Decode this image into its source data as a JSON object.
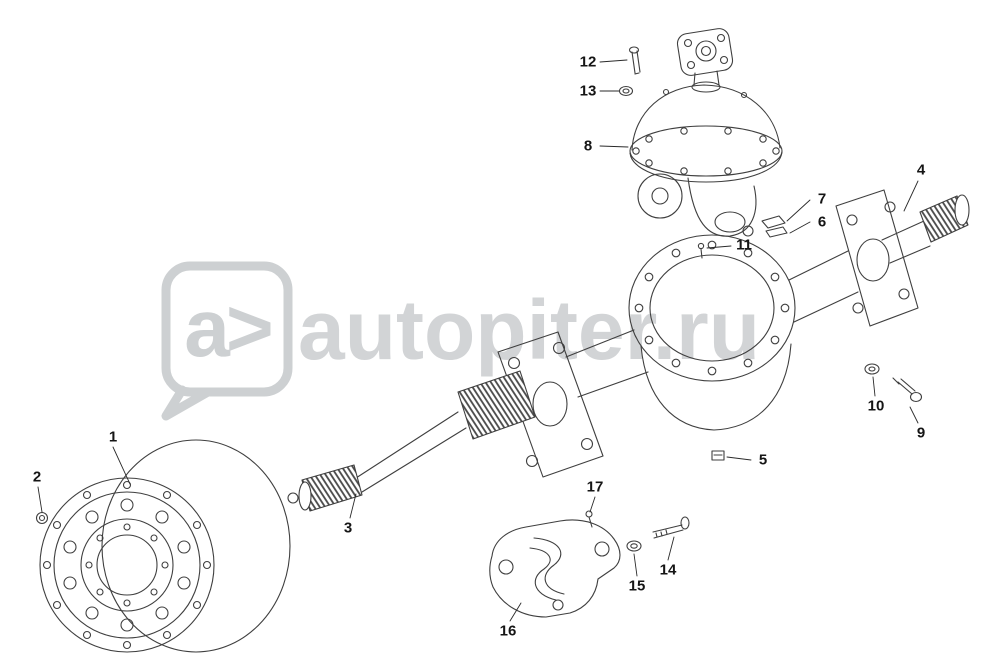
{
  "watermark": {
    "logo_text": "a>",
    "site_text": "autopiter.ru",
    "color": "#d2d4d6"
  },
  "diagram": {
    "line_color": "#3f3f3f",
    "background": "#ffffff",
    "callouts": [
      {
        "label": "1"
      },
      {
        "label": "2"
      },
      {
        "label": "3"
      },
      {
        "label": "4"
      },
      {
        "label": "5"
      },
      {
        "label": "6"
      },
      {
        "label": "7"
      },
      {
        "label": "8"
      },
      {
        "label": "9"
      },
      {
        "label": "10"
      },
      {
        "label": "11"
      },
      {
        "label": "12"
      },
      {
        "label": "13"
      },
      {
        "label": "14"
      },
      {
        "label": "15"
      },
      {
        "label": "16"
      },
      {
        "label": "17"
      }
    ]
  }
}
